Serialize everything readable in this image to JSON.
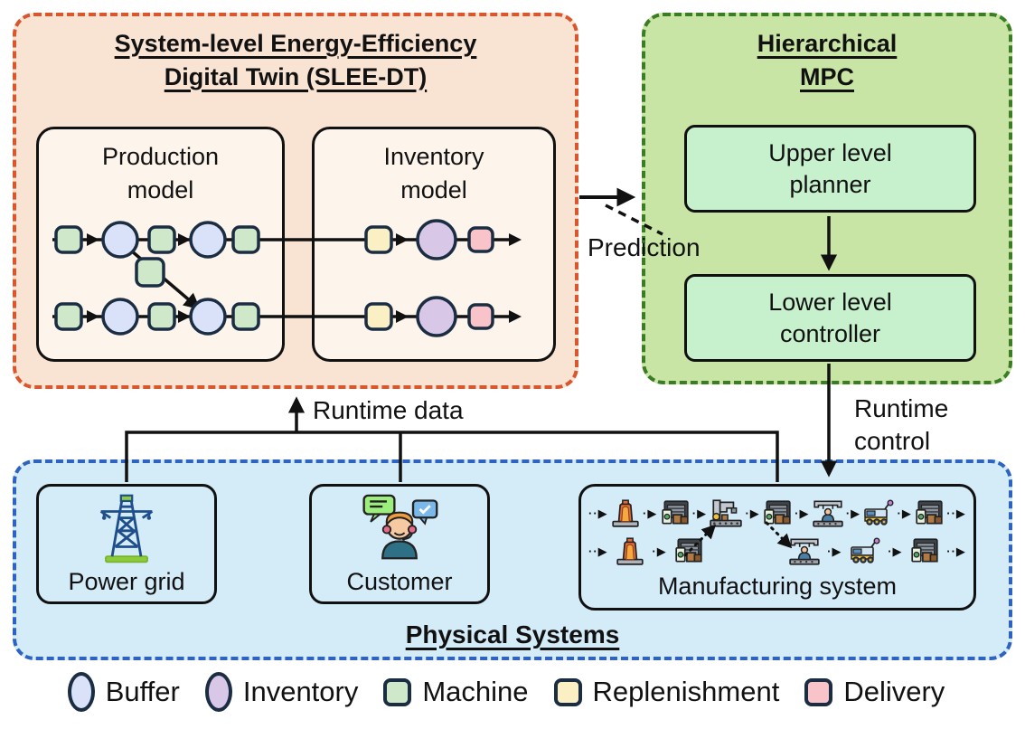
{
  "slee": {
    "title_line1": "System-level Energy-Efficiency",
    "title_line2": "Digital Twin (SLEE-DT)",
    "production": {
      "title_line1": "Production",
      "title_line2": "model"
    },
    "inventory": {
      "title_line1": "Inventory",
      "title_line2": "model"
    }
  },
  "mpc": {
    "title_line1": "Hierarchical",
    "title_line2": "MPC",
    "upper_line1": "Upper level",
    "upper_line2": "planner",
    "lower_line1": "Lower level",
    "lower_line2": "controller"
  },
  "arrows": {
    "prediction": "Prediction",
    "runtime_data": "Runtime data",
    "runtime_control_line1": "Runtime",
    "runtime_control_line2": "control"
  },
  "physical": {
    "title": "Physical Systems",
    "power_grid_label": "Power grid",
    "customer_label": "Customer",
    "manufacturing_label": "Manufacturing system",
    "manufacturing_flow": {
      "row1": [
        "furnace",
        "warehouse",
        "machine",
        "warehouse",
        "assembly",
        "rover",
        "warehouse"
      ],
      "row2": [
        "furnace",
        "warehouse",
        "gap",
        "assembly",
        "rover",
        "warehouse"
      ]
    }
  },
  "legend": {
    "items": [
      {
        "shape": "ellipse",
        "color": "#d9e2f8",
        "label": "Buffer"
      },
      {
        "shape": "ellipse",
        "color": "#d9c7e8",
        "label": "Inventory"
      },
      {
        "shape": "square",
        "color": "#cfe8c9",
        "label": "Machine"
      },
      {
        "shape": "square",
        "color": "#faf0c3",
        "label": "Replenishment"
      },
      {
        "shape": "square",
        "color": "#f8c4ca",
        "label": "Delivery"
      }
    ]
  },
  "colors": {
    "slee_background": "#f9e3d3",
    "slee_border": "#d9572e",
    "model_box_background": "#fdf4ec",
    "mpc_background": "#c9e5a5",
    "mpc_border": "#3a7d23",
    "mpc_inner_background": "#c7f0cd",
    "physical_background": "#d4ebf8",
    "physical_border": "#2f63c1",
    "node_outline": "#1b2d42",
    "buffer_fill": "#d9e2f8",
    "inventory_fill": "#d9c7e8",
    "machine_fill": "#cfe8c9",
    "replenishment_fill": "#faf0c3",
    "delivery_fill": "#f8c4ca"
  }
}
